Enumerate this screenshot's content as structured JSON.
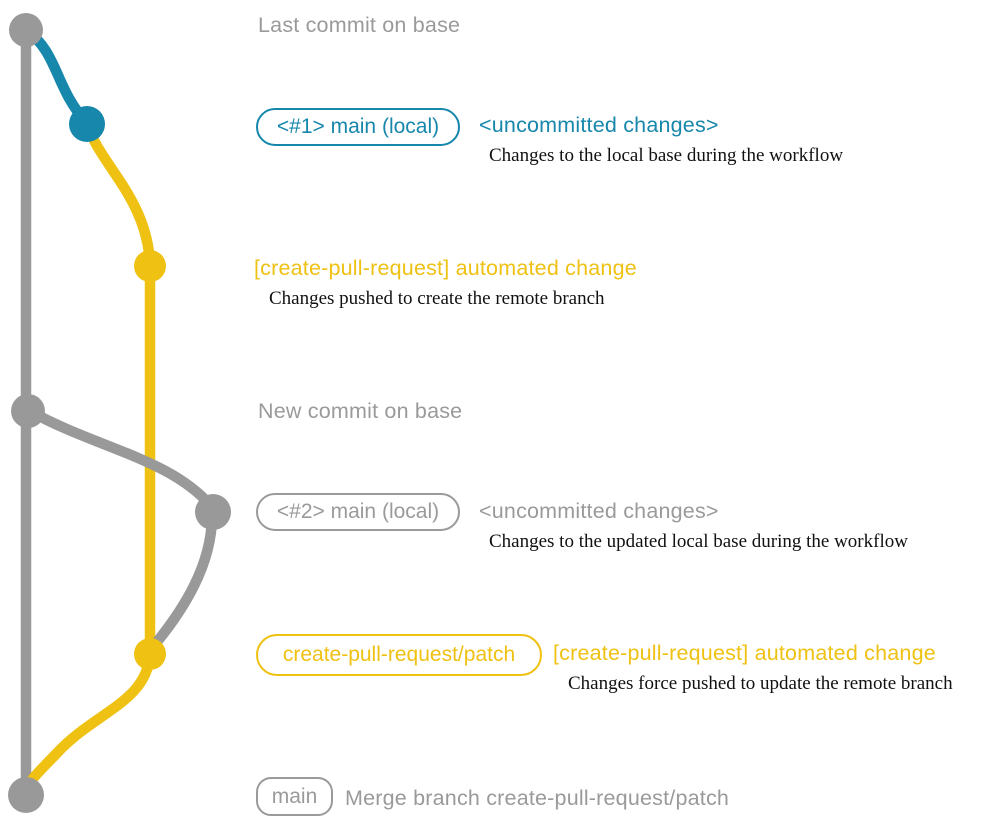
{
  "colors": {
    "gray": "#999999",
    "gray_text": "#9a9a9a",
    "blue": "#1787ac",
    "yellow": "#efc112",
    "note": "#111111"
  },
  "graph": {
    "nodes": [
      "last-commit-on-base",
      "local-main-1-commit",
      "create-pull-request-push-commit",
      "new-commit-on-base",
      "local-main-2-commit",
      "create-pull-request-force-push-commit",
      "merge-commit"
    ]
  },
  "sections": {
    "s1_last_commit": {
      "label": "Last commit on base"
    },
    "s2_local1": {
      "badge": "<#1> main (local)",
      "status": "<uncommitted changes>",
      "note": "Changes to the local base during the workflow"
    },
    "s3_push1": {
      "title": "[create-pull-request] automated change",
      "note": "Changes pushed to create the remote branch"
    },
    "s4_new_commit": {
      "label": "New commit on base"
    },
    "s5_local2": {
      "badge": "<#2> main (local)",
      "status": "<uncommitted changes>",
      "note": "Changes to the updated local base during the workflow"
    },
    "s6_push2": {
      "badge": "create-pull-request/patch",
      "title": "[create-pull-request] automated change",
      "note": "Changes force pushed to update the remote branch"
    },
    "s7_merge": {
      "badge": "main",
      "title": "Merge branch create-pull-request/patch"
    }
  }
}
